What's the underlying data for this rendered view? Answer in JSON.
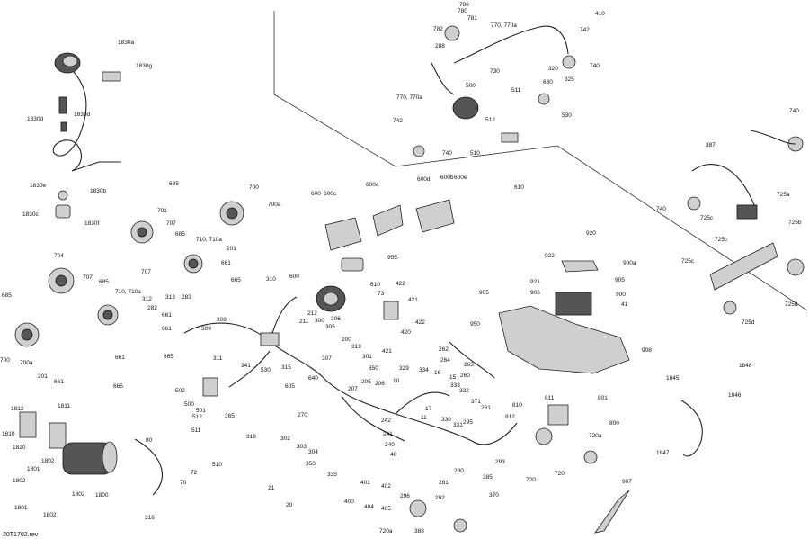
{
  "diagram": {
    "reference": "20T1702.rev",
    "callouts": [
      "1830a",
      "1830g",
      "1830d",
      "1830d",
      "1830e",
      "1830b",
      "1830c",
      "1830f",
      "685",
      "700",
      "700a",
      "701",
      "707",
      "707",
      "685",
      "201",
      "710, 710a",
      "661",
      "665",
      "283",
      "313",
      "704",
      "707",
      "685",
      "710, 710a",
      "312",
      "282",
      "661",
      "661",
      "685",
      "700",
      "700a",
      "201",
      "661",
      "661",
      "665",
      "665",
      "600",
      "600c",
      "600a",
      "600d",
      "600b",
      "600e",
      "610",
      "955",
      "310",
      "600",
      "610",
      "212",
      "211",
      "300",
      "305",
      "306",
      "422",
      "73",
      "421",
      "422",
      "420",
      "309",
      "308",
      "311",
      "341",
      "502",
      "500",
      "501",
      "512",
      "511",
      "365",
      "510",
      "318",
      "315",
      "530",
      "605",
      "640",
      "307",
      "200",
      "319",
      "301",
      "850",
      "205",
      "206",
      "207",
      "421",
      "1812",
      "1811",
      "1810",
      "1820",
      "1802",
      "1801",
      "1800",
      "1802",
      "1802",
      "1801",
      "1802",
      "80",
      "72",
      "70",
      "316",
      "270",
      "302",
      "303",
      "304",
      "350",
      "21",
      "20",
      "335",
      "401",
      "402",
      "400",
      "404",
      "405",
      "242",
      "241",
      "240",
      "40",
      "329",
      "334",
      "16",
      "10",
      "17",
      "11",
      "15",
      "333",
      "332",
      "330",
      "331",
      "295",
      "371",
      "261",
      "260",
      "262",
      "264",
      "263",
      "810",
      "812",
      "811",
      "801",
      "800",
      "293",
      "385",
      "280",
      "281",
      "292",
      "296",
      "370",
      "720",
      "720a",
      "720",
      "720a",
      "388",
      "907",
      "950",
      "905",
      "908",
      "906",
      "921",
      "922",
      "920",
      "900a",
      "900",
      "41",
      "905",
      "786",
      "780",
      "781",
      "782",
      "770, 770a",
      "410",
      "742",
      "288",
      "730",
      "740",
      "320",
      "630",
      "325",
      "500",
      "511",
      "530",
      "770, 770a",
      "742",
      "740",
      "512",
      "510",
      "387",
      "740",
      "740",
      "725a",
      "725b",
      "725c",
      "725c",
      "725c",
      "725d",
      "725d",
      "1848",
      "1845",
      "1846",
      "1847"
    ]
  }
}
